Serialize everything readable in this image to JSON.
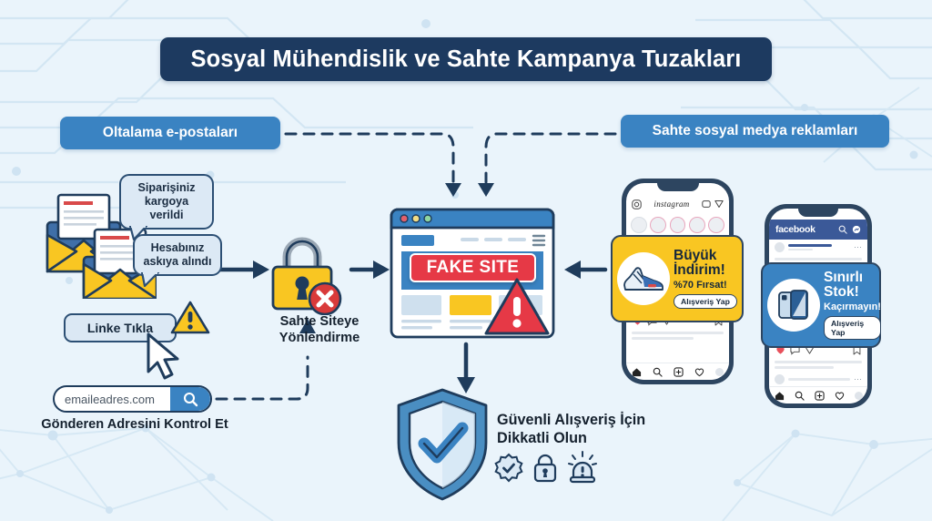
{
  "title": "Sosyal Mühendislik ve Sahte Kampanya Tuzakları",
  "labels": {
    "left_pill": "Oltalama e-postaları",
    "right_pill": "Sahte sosyal medya reklamları"
  },
  "phishing": {
    "bubble_1": "Siparişiniz kargoya verildi",
    "bubble_2": "Hesabınız askıya alındı",
    "link_button": "Linke Tıkla",
    "email_value": "emaileadres.com",
    "email_caption": "Gönderen Adresini Kontrol Et",
    "search_icon": "search-icon",
    "warning_icon": "warning-triangle-icon",
    "cursor_icon": "mouse-cursor-icon",
    "envelope_icon": "envelope-icon"
  },
  "redirect": {
    "caption": "Sahte Siteye Yönlendirme",
    "lock_icon": "padlock-icon",
    "error_icon": "red-x-circle-icon"
  },
  "fake_site": {
    "banner": "FAKE SITE",
    "browser_icon": "browser-window-icon",
    "alert_icon": "red-warning-triangle-icon"
  },
  "social_ads": {
    "instagram": {
      "app_name": "instagram",
      "headline_1": "Büyük",
      "headline_2": "İndirim!",
      "sub": "%70 Fırsat!",
      "cta": "Alışveriş Yap",
      "product_icon": "sneaker-icon",
      "accent": "#f9c622"
    },
    "facebook": {
      "app_name": "facebook",
      "headline_1": "Sınırlı",
      "headline_2": "Stok!",
      "sub": "Kaçırmayın!",
      "cta": "Alışveriş Yap",
      "product_icon": "smartphone-icon",
      "accent": "#3a83c2"
    }
  },
  "safety": {
    "caption_line_1": "Güvenli Alışveriş İçin",
    "caption_line_2": "Dikkatli Olun",
    "shield_icon": "shield-check-icon",
    "badges": [
      "verified-badge-icon",
      "padlock-icon",
      "alarm-siren-icon"
    ]
  },
  "colors": {
    "title_bg": "#1d3a60",
    "pill_bg": "#3a83c2",
    "danger": "#e63946",
    "warning": "#f9c622",
    "background": "#eaf4fb"
  }
}
